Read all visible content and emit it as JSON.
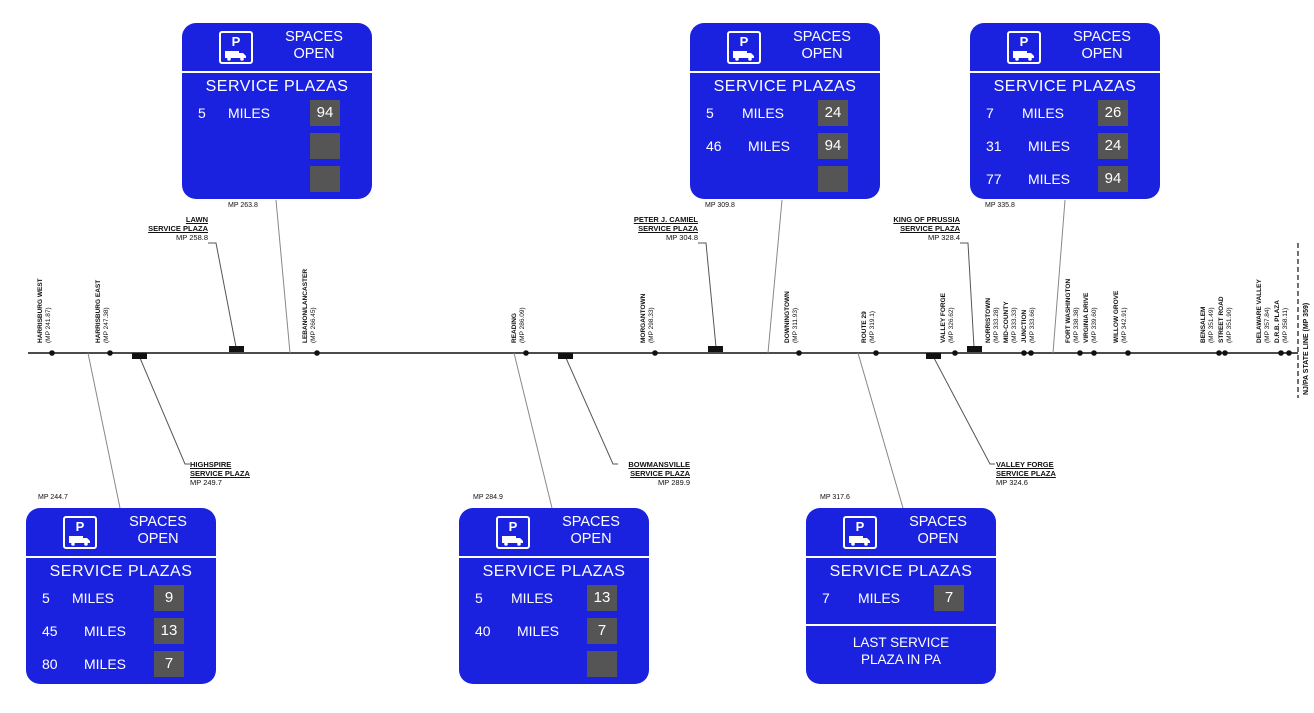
{
  "signs": {
    "s1": {
      "p": "P",
      "spaces": "SPACES",
      "open": "OPEN",
      "title": "SERVICE PLAZAS",
      "rows": [
        {
          "num": "5",
          "miles": "MILES",
          "count": "94"
        }
      ],
      "mp": "MP 263.8"
    },
    "s2": {
      "p": "P",
      "spaces": "SPACES",
      "open": "OPEN",
      "title": "SERVICE PLAZAS",
      "rows": [
        {
          "num": "5",
          "miles": "MILES",
          "count": "24"
        },
        {
          "num": "46",
          "miles": "MILES",
          "count": "94"
        }
      ],
      "mp": "MP 309.8"
    },
    "s3": {
      "p": "P",
      "spaces": "SPACES",
      "open": "OPEN",
      "title": "SERVICE PLAZAS",
      "rows": [
        {
          "num": "7",
          "miles": "MILES",
          "count": "26"
        },
        {
          "num": "31",
          "miles": "MILES",
          "count": "24"
        },
        {
          "num": "77",
          "miles": "MILES",
          "count": "94"
        }
      ],
      "mp": "MP 335.8"
    },
    "s4": {
      "p": "P",
      "spaces": "SPACES",
      "open": "OPEN",
      "title": "SERVICE PLAZAS",
      "rows": [
        {
          "num": "5",
          "miles": "MILES",
          "count": "9"
        },
        {
          "num": "45",
          "miles": "MILES",
          "count": "13"
        },
        {
          "num": "80",
          "miles": "MILES",
          "count": "7"
        }
      ],
      "mp": "MP 244.7"
    },
    "s5": {
      "p": "P",
      "spaces": "SPACES",
      "open": "OPEN",
      "title": "SERVICE PLAZAS",
      "rows": [
        {
          "num": "5",
          "miles": "MILES",
          "count": "13"
        },
        {
          "num": "40",
          "miles": "MILES",
          "count": "7"
        }
      ],
      "mp": "MP 284.9"
    },
    "s6": {
      "p": "P",
      "spaces": "SPACES",
      "open": "OPEN",
      "title": "SERVICE PLAZAS",
      "rows": [
        {
          "num": "7",
          "miles": "MILES",
          "count": "7"
        }
      ],
      "mp": "MP 317.6",
      "last1": "LAST SERVICE",
      "last2": "PLAZA IN PA"
    }
  },
  "plazas": {
    "lawn": {
      "l1": "LAWN",
      "l2": "SERVICE PLAZA",
      "mp": "MP 258.8"
    },
    "peter": {
      "l1": "PETER J. CAMIEL",
      "l2": "SERVICE PLAZA",
      "mp": "MP 304.8"
    },
    "kop": {
      "l1": "KING OF PRUSSIA",
      "l2": "SERVICE PLAZA",
      "mp": "MP 328.4"
    },
    "highspire": {
      "l1": "HIGHSPIRE",
      "l2": "SERVICE PLAZA",
      "mp": "MP 249.7"
    },
    "bowmansville": {
      "l1": "BOWMANSVILLE",
      "l2": "SERVICE PLAZA",
      "mp": "MP 289.9"
    },
    "valleyforge": {
      "l1": "VALLEY FORGE",
      "l2": "SERVICE PLAZA",
      "mp": "MP 324.6"
    }
  },
  "interchanges": [
    {
      "name": "HARRISBURG WEST",
      "mp": "(MP 241.87)"
    },
    {
      "name": "HARRISBURG EAST",
      "mp": "(MP 247.38)"
    },
    {
      "name": "LEBANON/LANCASTER",
      "mp": "(MP 266.45)"
    },
    {
      "name": "READING",
      "mp": "(MP 286.09)"
    },
    {
      "name": "MORGANTOWN",
      "mp": "(MP 298.33)"
    },
    {
      "name": "DOWNINGTOWN",
      "mp": "(MP 311.93)"
    },
    {
      "name": "ROUTE 29",
      "mp": "(MP 319.1)"
    },
    {
      "name": "VALLEY FORGE",
      "mp": "(MP 326.62)"
    },
    {
      "name": "NORRISTOWN",
      "mp": "(MP 333.28)"
    },
    {
      "name": "MID-COUNTY",
      "mp": "(MP 333.33)"
    },
    {
      "name": "JUNCTION",
      "mp": "(MP 333.66)"
    },
    {
      "name": "FORT WASHINGTON",
      "mp": "(MP 338.38)"
    },
    {
      "name": "VIRGINIA DRIVE",
      "mp": "(MP 339.60)"
    },
    {
      "name": "WILLOW GROVE",
      "mp": "(MP 342.91)"
    },
    {
      "name": "BENSALEM",
      "mp": "(MP 351.49)"
    },
    {
      "name": "STREET ROAD",
      "mp": "(MP 351.90)"
    },
    {
      "name": "DELAWARE VALLEY",
      "mp": "(MP 357.84)"
    },
    {
      "name": "D.R.B. PLAZA",
      "mp": "(MP 358.11)"
    }
  ],
  "state_line": "NJ/PA STATE LINE (MP 359)",
  "colors": {
    "sign_bg": "#1a22e0",
    "count_bg": "#555555",
    "line": "#111111"
  }
}
